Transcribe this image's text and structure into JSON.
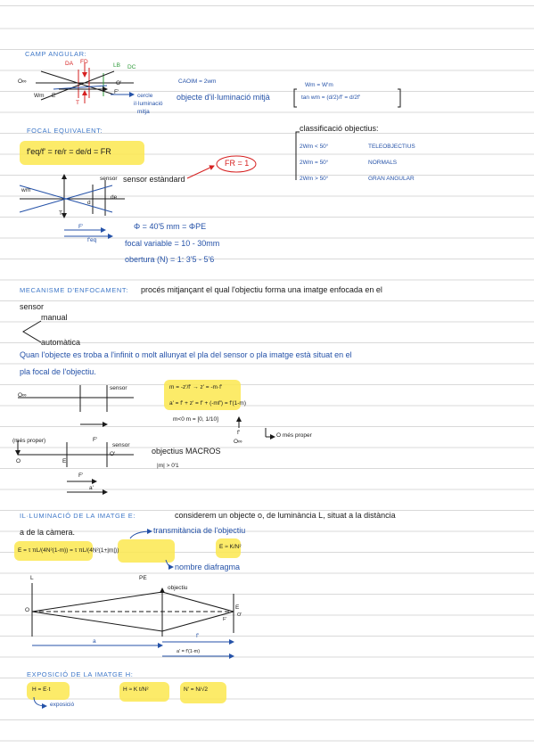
{
  "sections": {
    "camp_angular": {
      "heading": "CAMP ANGULAR:",
      "labels": {
        "da": "DA",
        "fd": "FD",
        "lb": "LB",
        "dc": "DC",
        "o_inf": "O∞",
        "wm": "Wm",
        "e": "E",
        "t": "T",
        "o_prime": "O'",
        "f_prime": "F'",
        "cercle": "cercle",
        "illuminacio": "il·luminació",
        "mitja": "mitja"
      },
      "caoim": "CAOIM = 2wm",
      "objecte": "objecte d'il·luminació mitjà",
      "formula_wm": "Wm = W'm",
      "formula_tan": "tan wm = (d/2)/f' = d/2f'",
      "classificacio": "classificació objectius:",
      "rows": [
        {
          "cond": "2Wm < 50°",
          "name": "TELEOBJECTIUS"
        },
        {
          "cond": "2Wm = 50°",
          "name": "NORMALS"
        },
        {
          "cond": "2Wm > 50°",
          "name": "GRAN ANGULAR"
        }
      ]
    },
    "focal": {
      "heading": "FOCAL EQUIVALENT:",
      "formula": "f'eq/f' = re/r = de/d = FR",
      "sensor_std": "sensor estàndard",
      "fr": "FR = 1",
      "sensor": "sensor",
      "wm": "wm",
      "de": "de",
      "d": "d",
      "f_prime": "F'",
      "f_eq": "f'eq",
      "t": "T",
      "phi": "Φ = 40'5 mm = ΦPE",
      "focal_var": "focal variable = 10 - 30mm",
      "obertura": "obertura (N) = 1: 3'5 - 5'6"
    },
    "mecanisme": {
      "heading": "MECANISME D'ENFOCAMENT:",
      "line1": "procés mitjançant el qual l'objectiu forma una imatge enfocada en el",
      "line2": "sensor",
      "manual": "manual",
      "automatica": "automàtica",
      "line3": "Quan l'objecte es troba a l'infinit o molt allunyat el pla del sensor o pla imatge està situat en el",
      "line4": "pla focal de l'objectiu.",
      "o_inf": "O∞",
      "sensor": "sensor",
      "m_formula": "m = -z'/f' → z' = -m·f'",
      "a_formula": "a' = f' + z' = f' + (-mf') = f'(1-m)",
      "m_range": "m<0     m = [0, 1/10]",
      "f_label": "f'",
      "o_inf2": "O∞",
      "mes_proper_note": "O més proper",
      "mes_proper": "(més proper)",
      "o": "O",
      "e": "E",
      "f_prime": "F'",
      "o_prime": "O'",
      "sensor2": "sensor",
      "f_bottom": "F'",
      "a_prime": "a'",
      "macros": "objectius MACROS",
      "m_macro": "|m| > 0'1"
    },
    "illuminacio": {
      "heading": "IL·LUMINACIÓ DE LA IMATGE E:",
      "line1": "considerem un objecte o, de luminància L, situat a la distància",
      "line2": "a de la càmera.",
      "transmitancia": "transmitància de l'objectiu",
      "formula_e": "E = τ πL/(4N²(1-m)) = τ πL/(4N²(1+|m|))",
      "formula_e2": "E ≈ K/N²",
      "nombre": "nombre diafragma",
      "l": "L",
      "pe": "PE",
      "objectiu": "objectiu",
      "o": "O",
      "e": "E",
      "o_prime": "O'",
      "f_prime": "F'",
      "f_prime2": "f'",
      "a": "a",
      "a_prime": "a' = f'(1-m)"
    },
    "exposicio": {
      "heading": "EXPOSICIÓ DE LA IMATGE H:",
      "f1": "H = E·t",
      "f2": "H ≈ K t/N²",
      "f3": "N' = N/√2",
      "note": "exposició"
    }
  },
  "colors": {
    "ink": "#1a1a1a",
    "blue": "#2552a8",
    "heading": "#3f78c8",
    "red": "#d62020",
    "green": "#2e9a3a",
    "highlight": "#fbe84f"
  }
}
